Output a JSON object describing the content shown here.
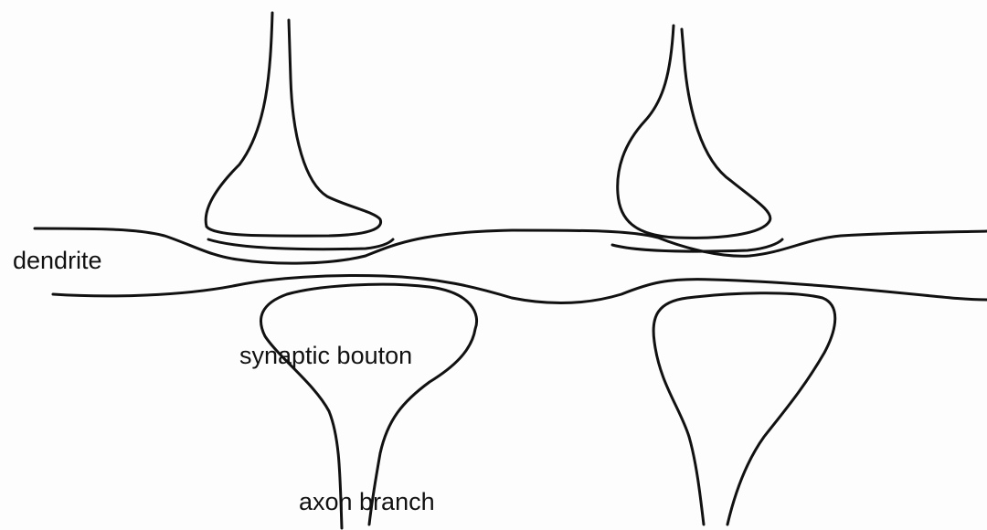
{
  "diagram": {
    "labels": {
      "dendrite": "dendrite",
      "synaptic_bouton": "synaptic bouton",
      "axon_branch": "axon branch"
    },
    "colors": {
      "stroke": "#111111",
      "background": "#fdfdfd"
    }
  }
}
